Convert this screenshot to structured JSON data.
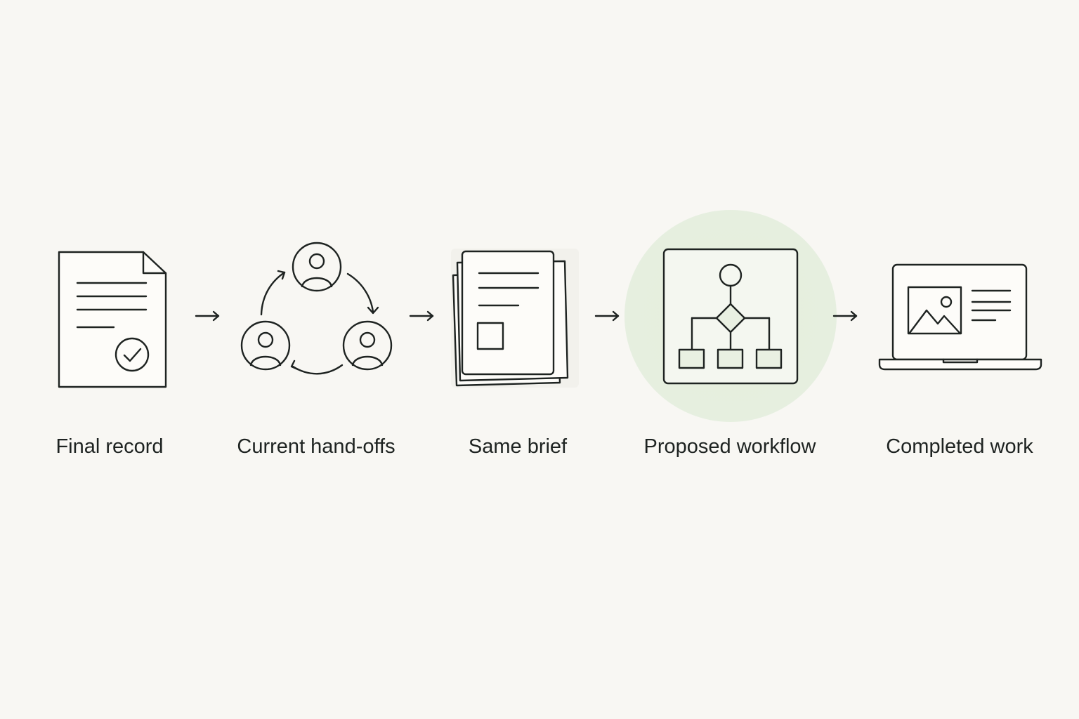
{
  "steps": [
    {
      "label": "Final record",
      "icon": "document-check-icon"
    },
    {
      "label": "Current hand-offs",
      "icon": "people-cycle-icon"
    },
    {
      "label": "Same brief",
      "icon": "stacked-documents-icon"
    },
    {
      "label": "Proposed workflow",
      "icon": "flowchart-icon",
      "highlighted": true
    },
    {
      "label": "Completed work",
      "icon": "laptop-icon"
    }
  ],
  "connectors": [
    "arrow-right-icon",
    "arrow-right-icon",
    "arrow-right-icon",
    "arrow-right-icon"
  ],
  "colors": {
    "background": "#f8f7f3",
    "ink": "#1e2321",
    "highlight": "#e6eedd",
    "accent_fill": "#e9f0e2"
  }
}
